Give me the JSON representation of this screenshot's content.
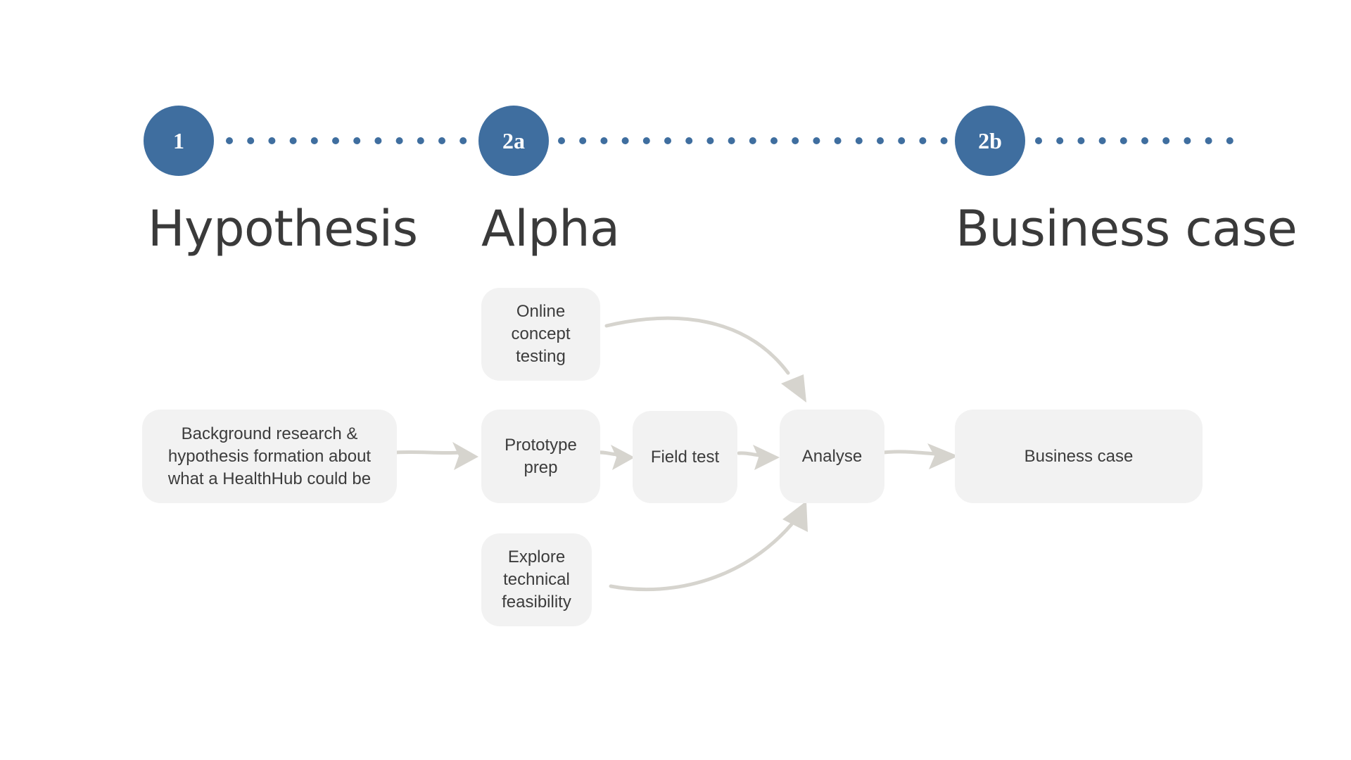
{
  "stages": [
    {
      "number": "1",
      "title": "Hypothesis"
    },
    {
      "number": "2a",
      "title": "Alpha"
    },
    {
      "number": "2b",
      "title": "Business case"
    }
  ],
  "steps": {
    "background": "Background research &\nhypothesis formation about\nwhat a HealthHub could be",
    "online_testing": "Online\nconcept\ntesting",
    "prototype_prep": "Prototype\nprep",
    "explore_feasibility": "Explore\ntechnical\nfeasibility",
    "field_test": "Field test",
    "analyse": "Analyse",
    "business_case": "Business case"
  },
  "colors": {
    "accent": "#3f6e9f",
    "box": "#f2f2f2",
    "arrow": "#d6d4ce"
  }
}
